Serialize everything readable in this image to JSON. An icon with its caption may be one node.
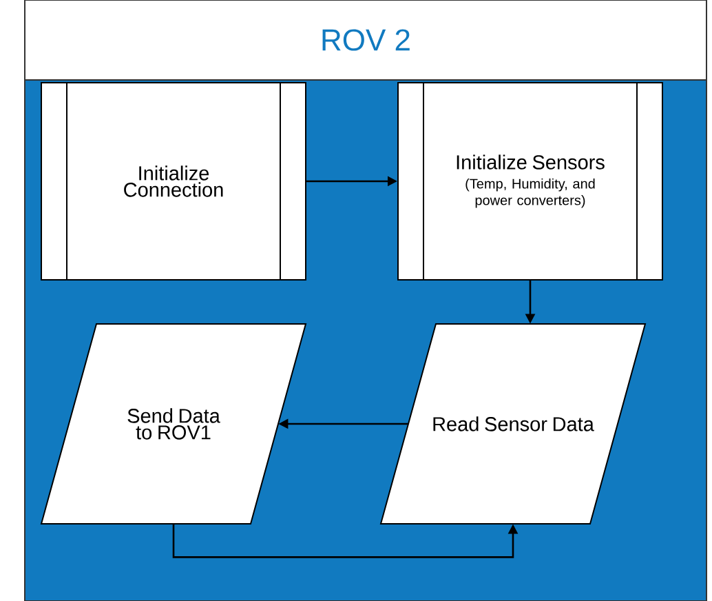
{
  "diagram": {
    "nodes": [
      {
        "text": [
          "ROV 2"
        ]
      },
      {
        "text": [
          "Initialize Connection"
        ],
        "in": 0
      },
      {
        "text": [
          "Initialize Sensors",
          "(Temp, Humidity, and power converters)"
        ],
        "in": 0
      },
      {
        "text": [
          "Send Data to ROV1"
        ],
        "in": 0
      },
      {
        "text": [
          "Read Sensor Data"
        ],
        "in": 0
      }
    ],
    "edges": [
      {
        "from": 1,
        "to": 2,
        "arrow": "to"
      },
      {
        "from": 2,
        "to": 4,
        "arrow": "to"
      },
      {
        "from": 4,
        "to": 3,
        "arrow": "to"
      },
      {
        "from": 3,
        "to": 4,
        "arrow": "to"
      }
    ]
  }
}
